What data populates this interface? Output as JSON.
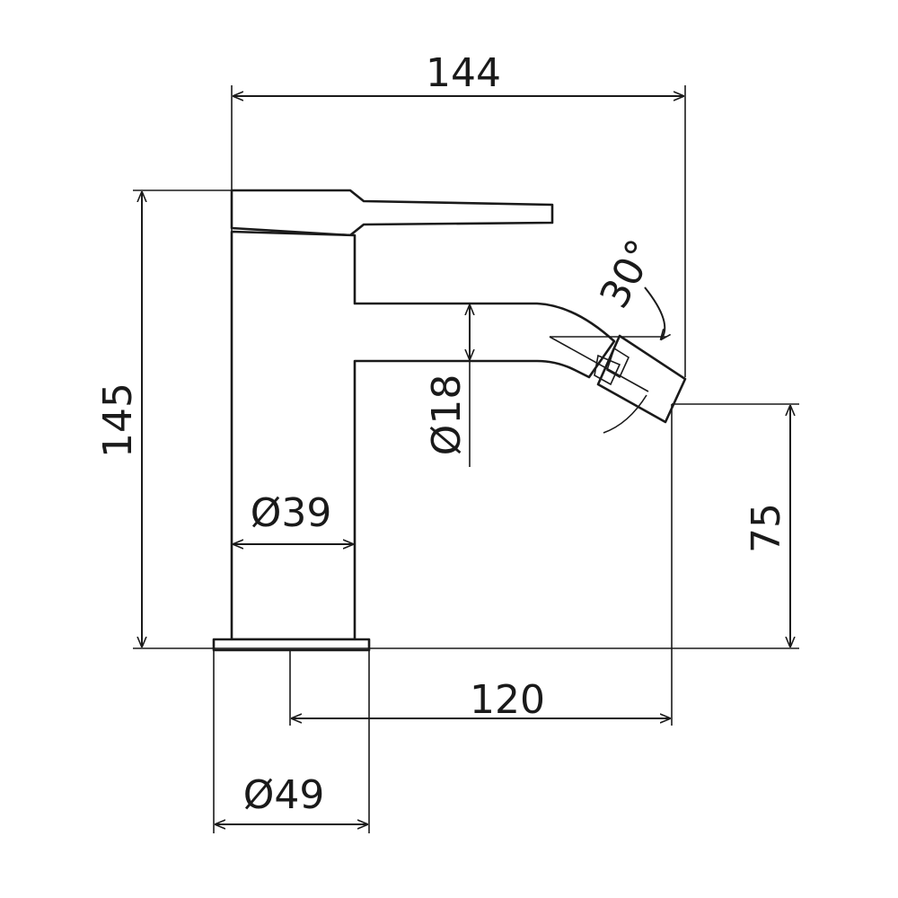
{
  "dimensions": {
    "overall_width": "144",
    "overall_height": "145",
    "spout_diameter": "Ø18",
    "body_diameter": "Ø39",
    "base_diameter": "Ø49",
    "spout_reach": "120",
    "spout_height": "75",
    "aerator_angle": "30°"
  },
  "colors": {
    "line": "#1a1a1a",
    "background": "#ffffff"
  }
}
